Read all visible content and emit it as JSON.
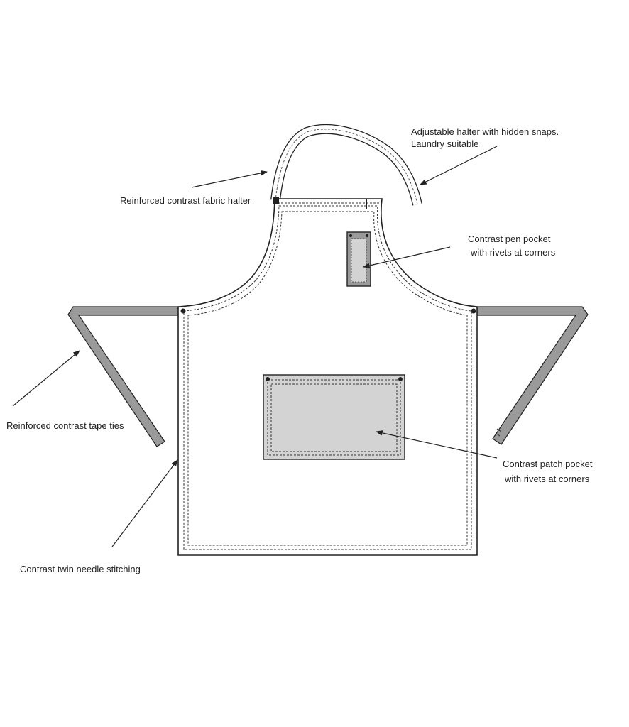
{
  "colors": {
    "ink": "#222222",
    "contrast_fabric": "#9a9a9a",
    "pocket_fill": "#d3d3d3",
    "background": "#ffffff"
  },
  "labels": {
    "adjustable_halter_line1": "Adjustable halter with hidden snaps.",
    "adjustable_halter_line2": "Laundry suitable",
    "reinforced_halter": "Reinforced  contrast  fabric halter",
    "pen_pocket_line1": "Contrast pen pocket",
    "pen_pocket_line2": "with rivets at corners",
    "tape_ties": "Reinforced   contrast  tape ties",
    "patch_pocket_line1": "Contrast patch pocket",
    "patch_pocket_line2": "with rivets at corners",
    "twin_needle": "Contrast twin needle stitching"
  }
}
